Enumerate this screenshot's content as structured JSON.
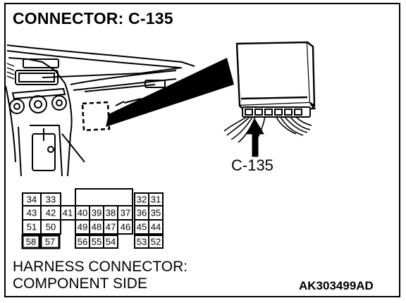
{
  "title": "CONNECTOR: C-135",
  "callout": "C-135",
  "caption_line1": "HARNESS CONNECTOR:",
  "caption_line2": "COMPONENT SIDE",
  "figure_code": "AK303499AD",
  "connector": {
    "row1": [
      "34",
      "33",
      "32",
      "31"
    ],
    "row2": [
      "43",
      "42",
      "41",
      "40",
      "39",
      "38",
      "37",
      "36",
      "35"
    ],
    "row3": [
      "51",
      "50",
      "49",
      "48",
      "47",
      "46",
      "45",
      "44"
    ],
    "row4": [
      "58",
      "57",
      "56",
      "55",
      "54",
      "53",
      "52"
    ]
  }
}
